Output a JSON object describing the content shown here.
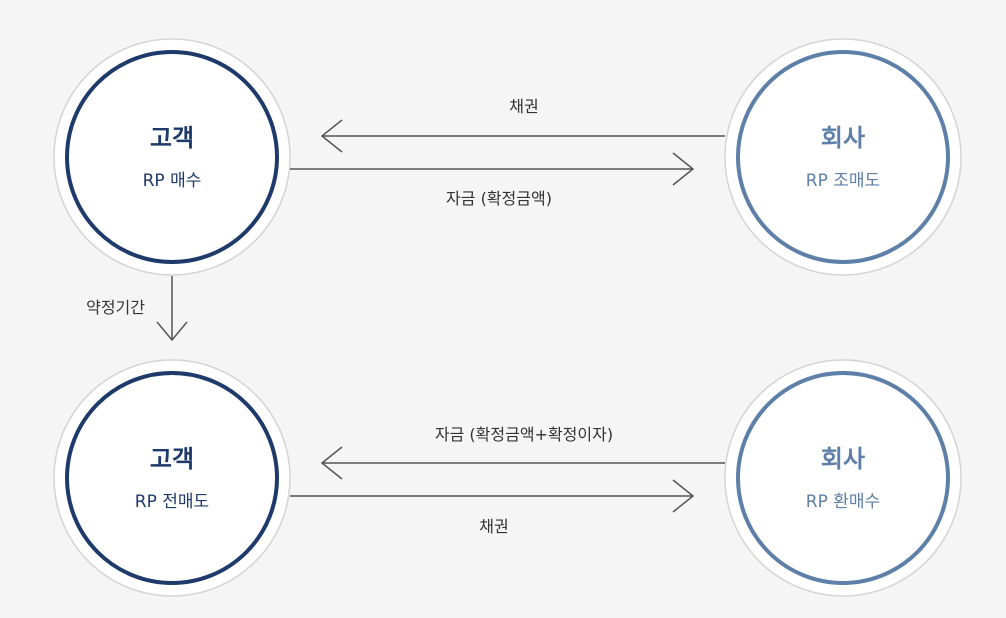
{
  "colors": {
    "background": "#f5f5f5",
    "customer": "#1e3a6b",
    "company": "#5e7fa8",
    "arrow": "#555555",
    "ring": "#d4d4d4"
  },
  "top": {
    "customer": {
      "title": "고객",
      "subtitle": "RP 매수"
    },
    "company": {
      "title": "회사",
      "subtitle": "RP 조매도"
    },
    "arrow_to_customer_label": "채권",
    "arrow_to_company_label": "자금 (확정금액)"
  },
  "period_label": "약정기간",
  "bottom": {
    "customer": {
      "title": "고객",
      "subtitle": "RP 전매도"
    },
    "company": {
      "title": "회사",
      "subtitle": "RP 환매수"
    },
    "arrow_to_customer_label": "자금 (확정금액+확정이자)",
    "arrow_to_company_label": "채권"
  }
}
